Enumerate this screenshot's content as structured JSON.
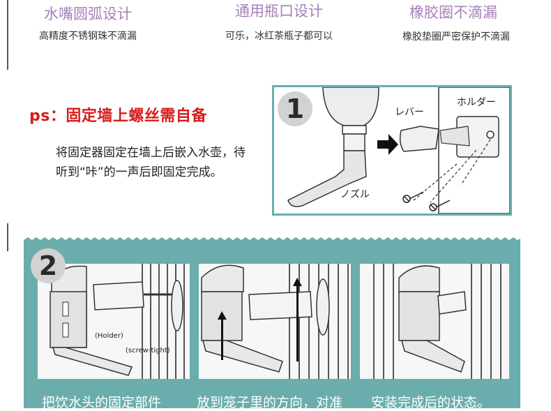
{
  "features": [
    {
      "title": "水嘴圆弧设计",
      "subtitle": "高精度不锈钢珠不滴漏"
    },
    {
      "title": "通用瓶口设计",
      "subtitle": "可乐，冰红茶瓶子都可以"
    },
    {
      "title": "橡胶圈不滴漏",
      "subtitle": "橡胶垫圈严密保护不滴漏"
    }
  ],
  "note": {
    "ps": "ps：固定墙上螺丝需自备",
    "body": "将固定器固定在墙上后嵌入水壶，待听到“咔”的一声后即固定完成。"
  },
  "step1": {
    "number": "1",
    "label_lever": "レバー",
    "label_holder": "ホルダー",
    "label_nozzle": "ノズル"
  },
  "step2": {
    "number": "2",
    "label_holder": "(Holder)",
    "label_screw": "(screw-tight)",
    "captions": [
      "把饮水头的固定部件",
      "放到笼子里的方向，对准",
      "安装完成后的状态。"
    ]
  },
  "colors": {
    "teal": "#6aadac",
    "title_purple": "#a77fb9",
    "ps_red": "#d81b1b"
  }
}
